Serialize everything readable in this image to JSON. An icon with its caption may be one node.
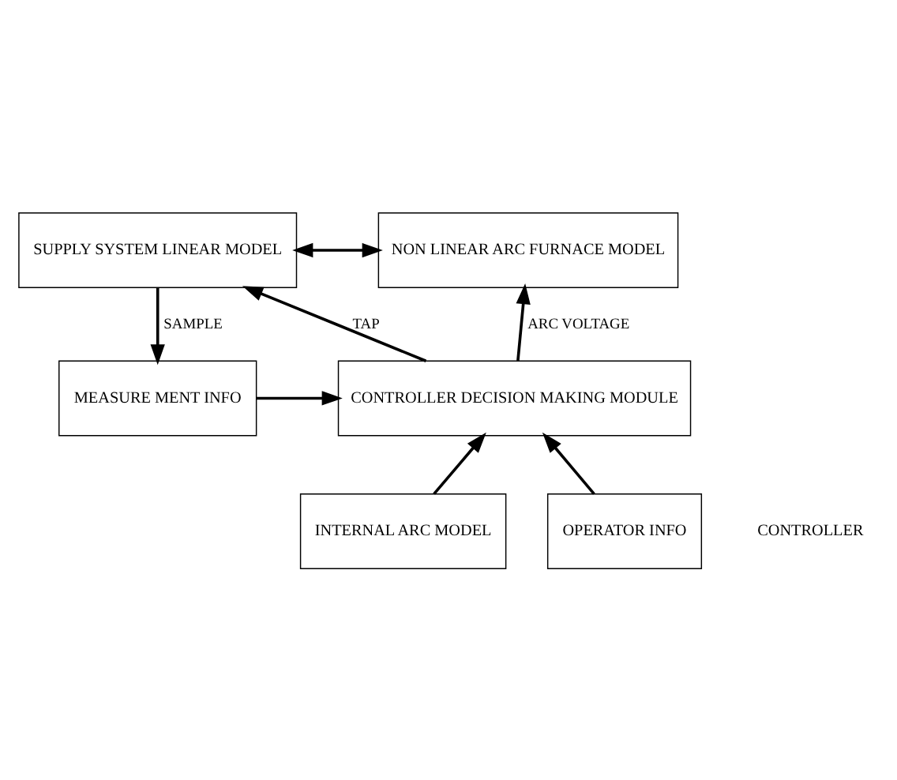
{
  "diagram": {
    "nodes": [
      {
        "text": [
          "SUPPLY SYSTEM LINEAR MODEL"
        ]
      },
      {
        "text": [
          "NON LINEAR ARC FURNACE MODEL"
        ]
      },
      {
        "text": [
          "MEASURE MENT INFO"
        ]
      },
      {
        "text": [
          "CONTROLLER DECISION MAKING MODULE"
        ]
      },
      {
        "text": [
          "INTERNAL ARC MODEL"
        ]
      },
      {
        "text": [
          "OPERATOR INFO"
        ]
      }
    ],
    "edges": [
      {
        "from": 0,
        "to": 1,
        "arrow": "both"
      },
      {
        "from": 0,
        "to": 2,
        "arrow": "to",
        "label": "SAMPLE"
      },
      {
        "from": 3,
        "to": 0,
        "arrow": "to",
        "label": "TAP"
      },
      {
        "from": 3,
        "to": 1,
        "arrow": "to",
        "label": "ARC VOLTAGE"
      },
      {
        "from": 2,
        "to": 3,
        "arrow": "to"
      },
      {
        "from": 4,
        "to": 3,
        "arrow": "to"
      },
      {
        "from": 5,
        "to": 3,
        "arrow": "to"
      }
    ],
    "labels": [
      "CONTROLLER"
    ]
  }
}
